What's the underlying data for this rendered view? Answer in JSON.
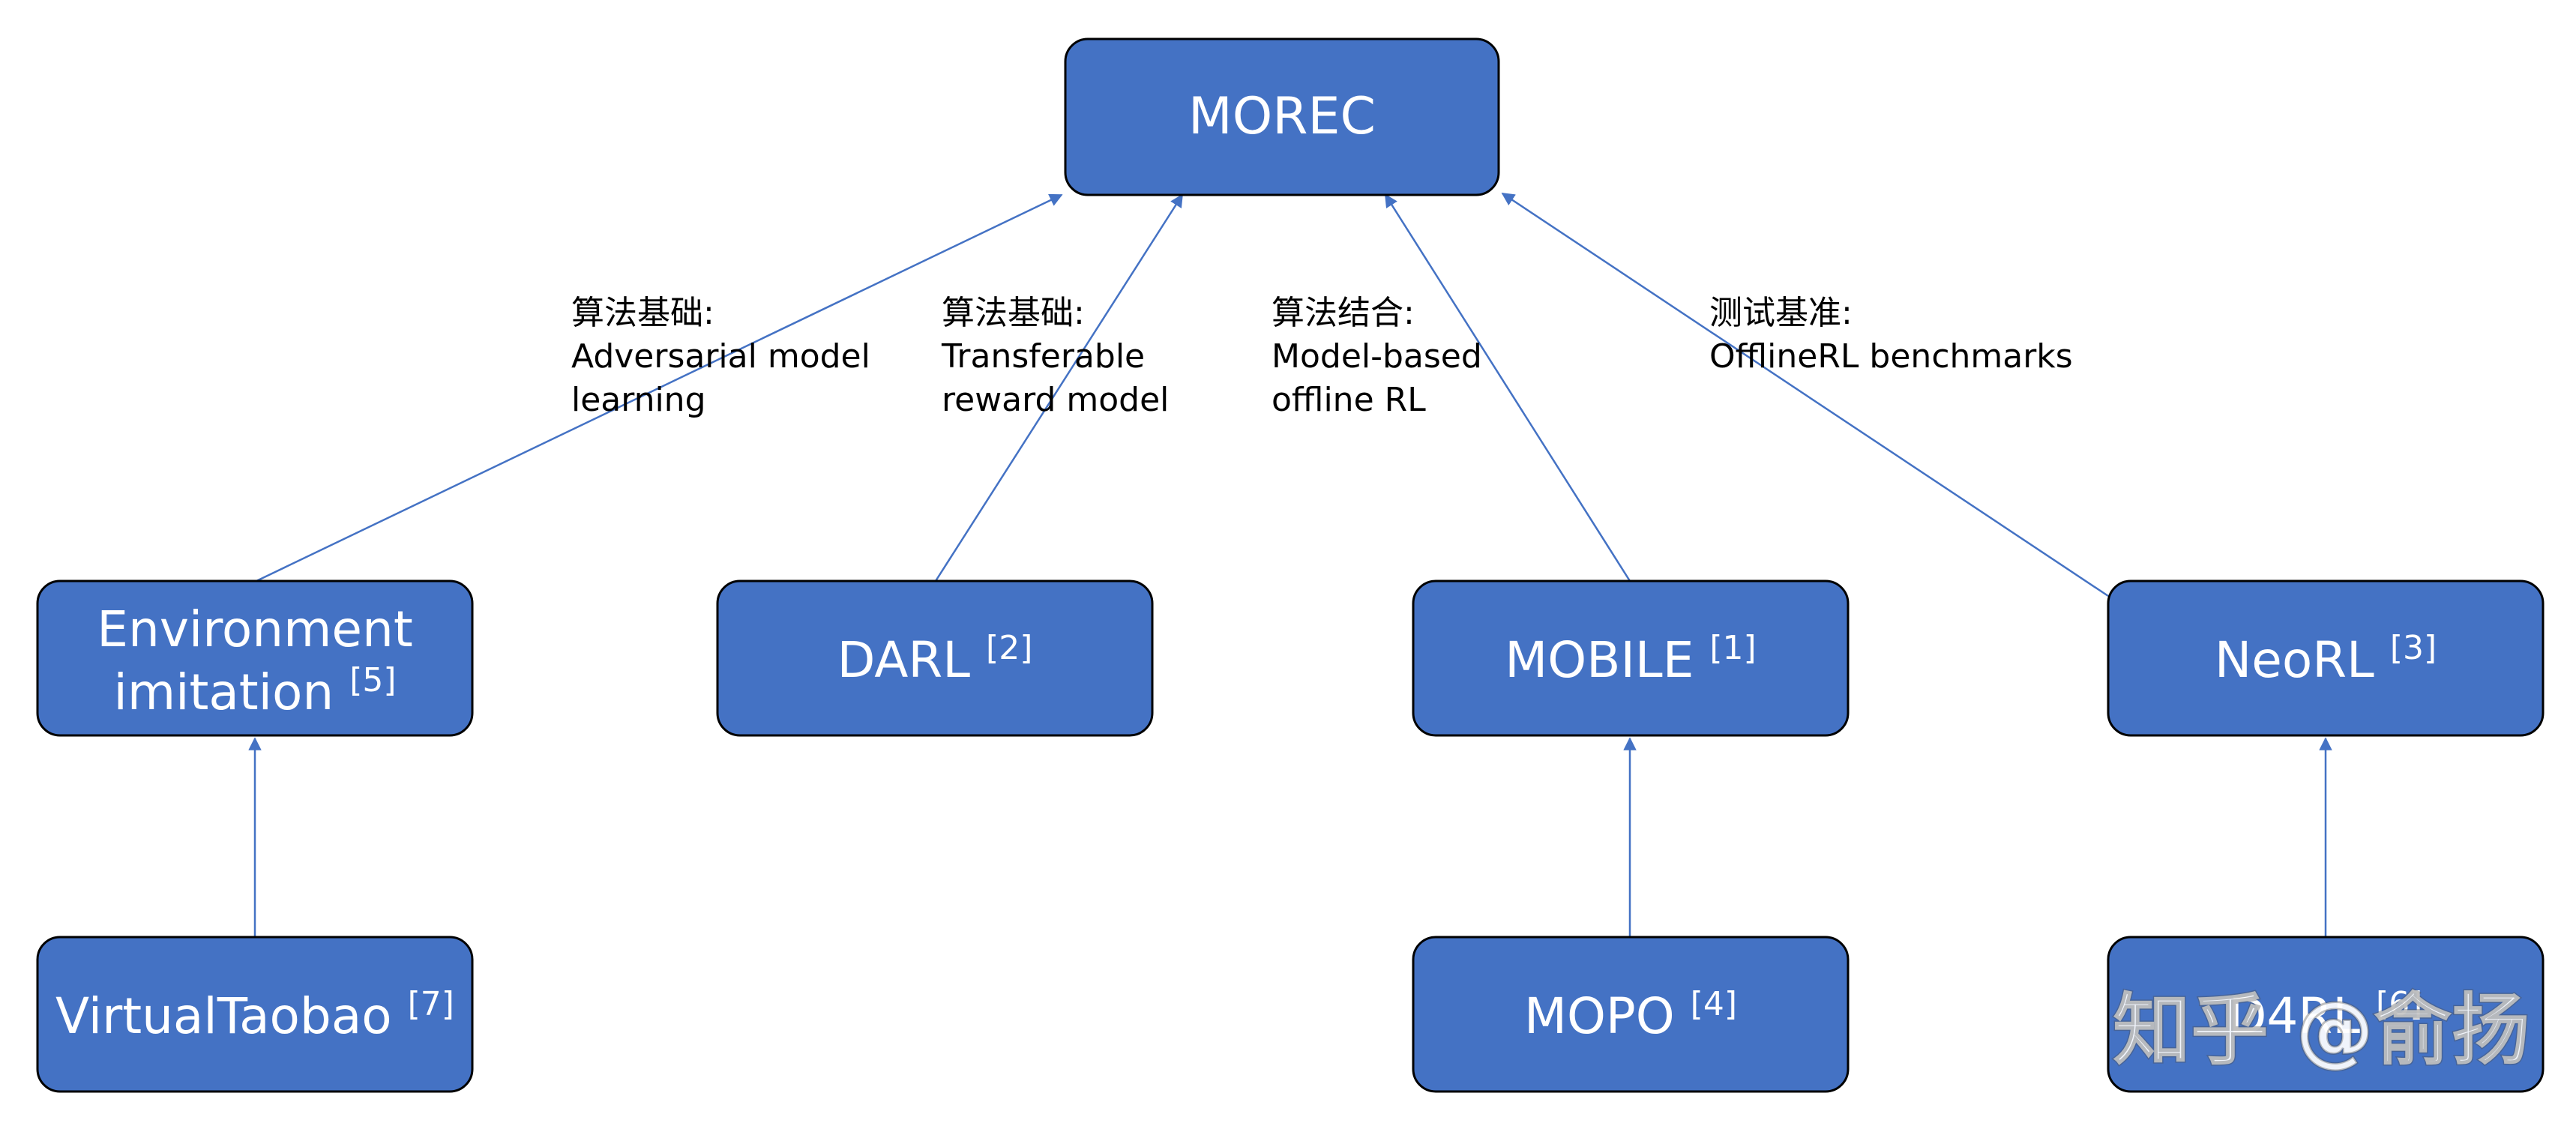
{
  "colors": {
    "node_fill": "#4472C4",
    "node_stroke": "#000000",
    "node_text": "#FFFFFF",
    "edge": "#4472C4",
    "label_text": "#000000"
  },
  "nodes": {
    "morec": {
      "label": "MOREC"
    },
    "env": {
      "line1": "Environment",
      "line2": "imitation",
      "ref": "[5]"
    },
    "darl": {
      "label": "DARL",
      "ref": "[2]"
    },
    "mobile": {
      "label": "MOBILE",
      "ref": "[1]"
    },
    "neorl": {
      "label": "NeoRL",
      "ref": "[3]"
    },
    "vt": {
      "label": "VirtualTaobao",
      "ref": "[7]"
    },
    "mopo": {
      "label": "MOPO",
      "ref": "[4]"
    },
    "d4rl": {
      "label": "D4RL",
      "ref": "[6]"
    }
  },
  "edge_labels": {
    "env": {
      "l1": "算法基础:",
      "l2": "Adversarial model",
      "l3": "learning"
    },
    "darl": {
      "l1": "算法基础:",
      "l2": "Transferable",
      "l3": "reward model"
    },
    "mobile": {
      "l1": "算法结合:",
      "l2": "Model-based",
      "l3": "offline RL"
    },
    "neorl": {
      "l1": "测试基准:",
      "l2": "OfflineRL benchmarks"
    }
  },
  "watermark": {
    "text": "知乎 @俞扬"
  }
}
